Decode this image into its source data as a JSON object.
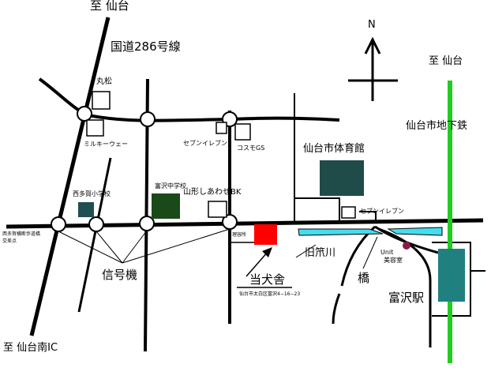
{
  "map": {
    "labels": {
      "to_sendai_top": "至 仙台",
      "to_sendai_right": "至 仙台",
      "to_sendai_minami_ic": "至 仙台南IC",
      "national_route": "国道286号線",
      "subway": "仙台市地下鉄",
      "marumatsu": "丸松",
      "milky_way": "ミルキーウェー",
      "seven_eleven_top": "セブンイレブン",
      "cosmo_gs": "コスモGS",
      "gymnasium": "仙台市体育館",
      "nishitaga_elementary": "西多賀小学校",
      "tomizawa_junior_high": "富沢中学校",
      "yamagata_shiawase_bank": "山形しあわせBK",
      "seven_eleven_mid": "セブンイレブン",
      "nishitaga_crossing": "西多賀横断歩道橋",
      "crossing_point": "交差点",
      "barber": "理容所",
      "kyu_kasagawa": "旧笊川",
      "unit": "Unit",
      "beauty_salon": "美容室",
      "signals": "信号機",
      "our_kennel": "当犬舎",
      "address": "仙台市太白区富沢4−16−23",
      "bridge": "橋",
      "tomizawa_station": "富沢駅"
    },
    "icons": {
      "north_arrow": "N"
    },
    "colors": {
      "road": "#000000",
      "subway_line": "#22cc22",
      "kennel": "#ff0000",
      "gymnasium": "#1f4b48",
      "elementary_school": "#1f4f50",
      "junior_high": "#1a4a1a",
      "station": "#208080",
      "river": "#44ddf0",
      "salon_dot": "#8b1a4a"
    }
  }
}
